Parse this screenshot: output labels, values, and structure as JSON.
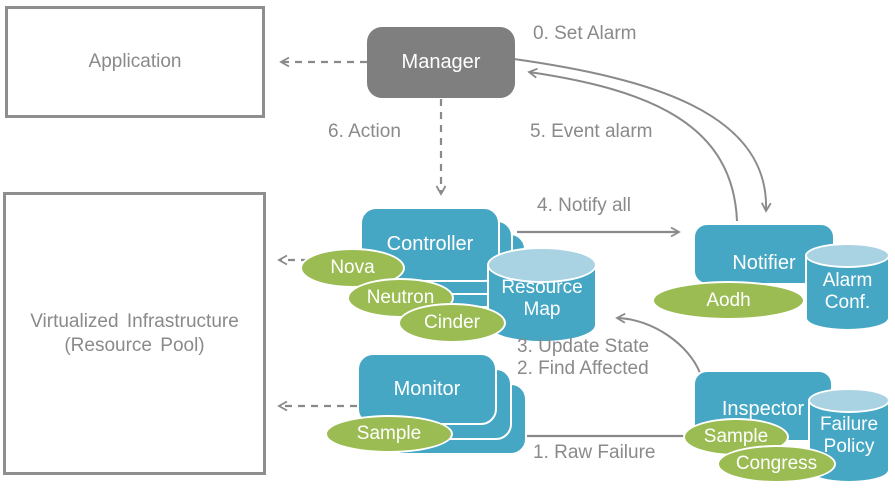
{
  "colors": {
    "teal": "#46a7c4",
    "teal_light": "#a9d3e3",
    "green": "#9bbc52",
    "manager_gray": "#7f7f7f",
    "label_gray": "#8a8a8a",
    "box_border_gray": "#8e8e8e"
  },
  "nodes": {
    "application": {
      "label": "Application"
    },
    "virtualized_infrastructure": {
      "line1": "Virtualized Infrastructure",
      "line2": "(Resource Pool)"
    },
    "manager": {
      "label": "Manager"
    },
    "controller": {
      "label": "Controller"
    },
    "monitor": {
      "label": "Monitor"
    },
    "notifier": {
      "label": "Notifier"
    },
    "inspector": {
      "label": "Inspector"
    }
  },
  "datastores": {
    "resource_map": {
      "line1": "Resource",
      "line2": "Map"
    },
    "alarm_conf": {
      "line1": "Alarm",
      "line2": "Conf."
    },
    "failure_policy": {
      "line1": "Failure",
      "line2": "Policy"
    }
  },
  "plugins": {
    "nova": "Nova",
    "neutron": "Neutron",
    "cinder": "Cinder",
    "monitor_sample": "Sample",
    "aodh": "Aodh",
    "inspector_sample": "Sample",
    "congress": "Congress"
  },
  "flow_labels": {
    "set_alarm": "0. Set Alarm",
    "action": "6. Action",
    "event_alarm": "5. Event alarm",
    "notify_all": "4. Notify all",
    "update_state": "3. Update State",
    "find_affected": "2. Find Affected",
    "raw_failure": "1. Raw Failure"
  }
}
